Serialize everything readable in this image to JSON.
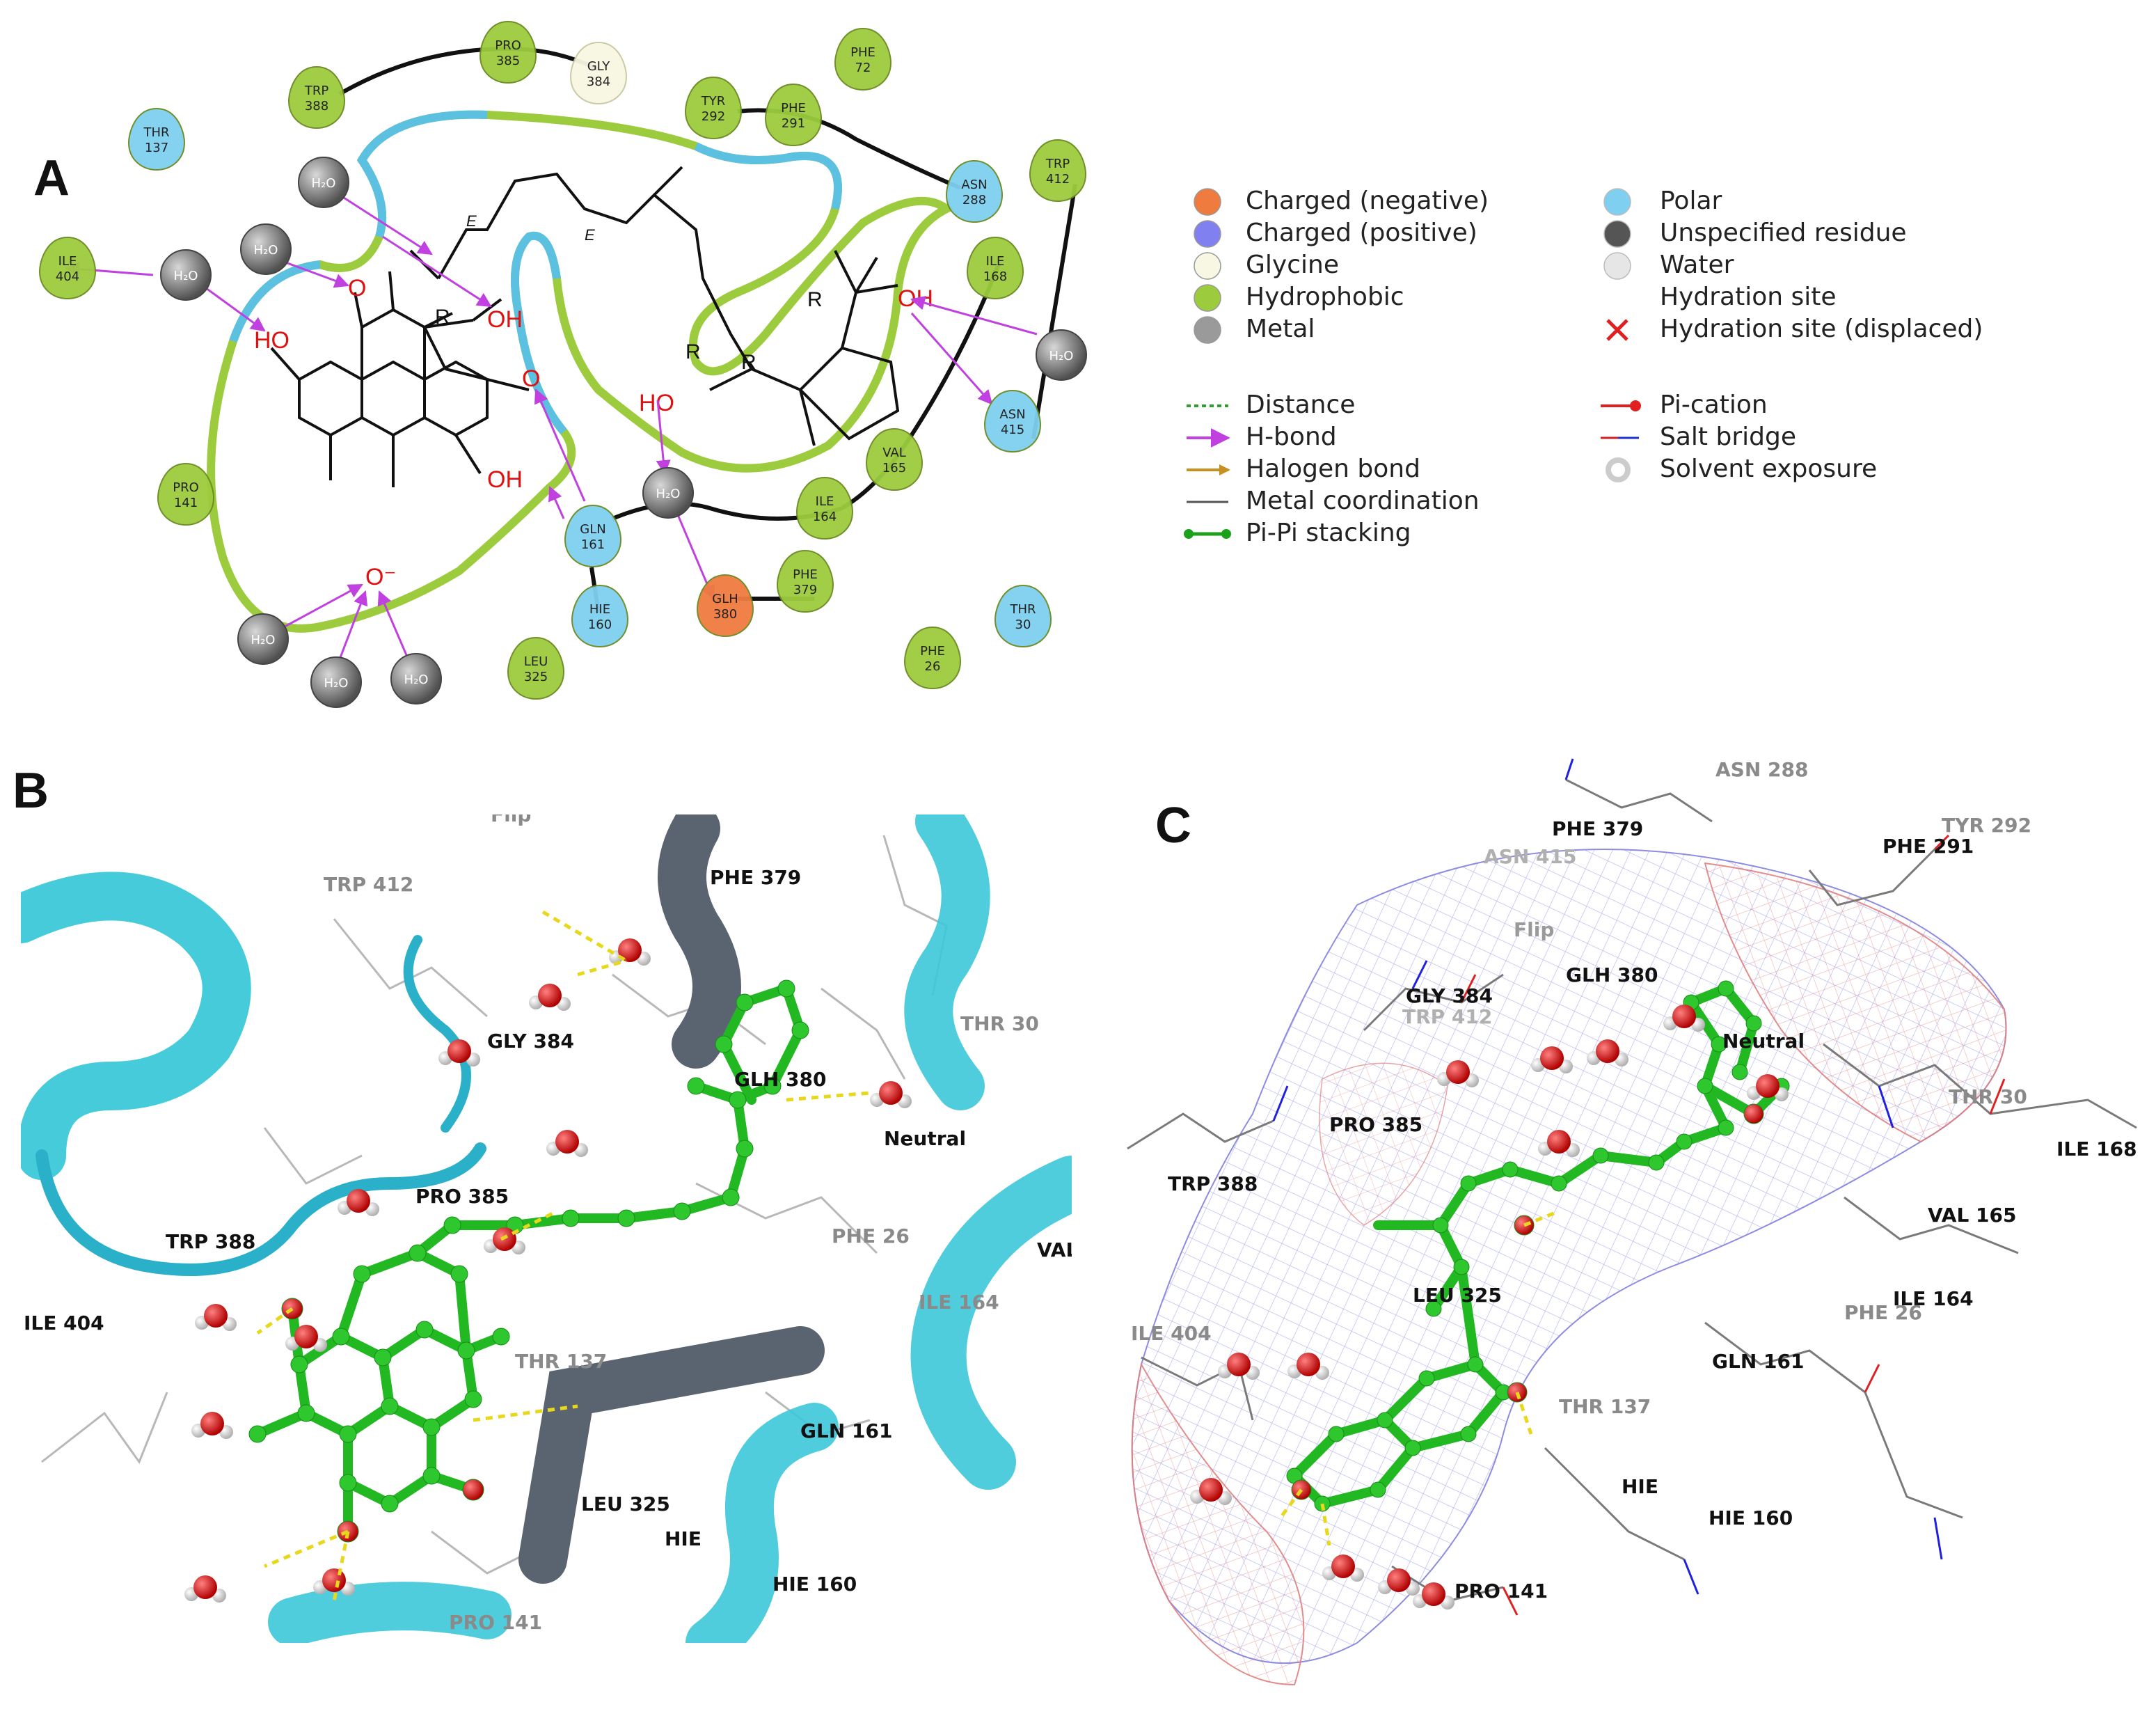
{
  "panels": {
    "a": "A",
    "b": "B",
    "c": "C"
  },
  "residues": [
    {
      "id": "pro385",
      "name": "PRO",
      "num": "385",
      "cls": "hydrophobic"
    },
    {
      "id": "gly384",
      "name": "GLY",
      "num": "384",
      "cls": "glycine"
    },
    {
      "id": "trp388",
      "name": "TRP",
      "num": "388",
      "cls": "hydrophobic"
    },
    {
      "id": "phe72",
      "name": "PHE",
      "num": "72",
      "cls": "hydrophobic"
    },
    {
      "id": "tyr292",
      "name": "TYR",
      "num": "292",
      "cls": "hydrophobic"
    },
    {
      "id": "phe291",
      "name": "PHE",
      "num": "291",
      "cls": "hydrophobic"
    },
    {
      "id": "thr137",
      "name": "THR",
      "num": "137",
      "cls": "polar"
    },
    {
      "id": "asn288",
      "name": "ASN",
      "num": "288",
      "cls": "polar"
    },
    {
      "id": "trp412",
      "name": "TRP",
      "num": "412",
      "cls": "hydrophobic"
    },
    {
      "id": "ile404",
      "name": "ILE",
      "num": "404",
      "cls": "hydrophobic"
    },
    {
      "id": "ile168",
      "name": "ILE",
      "num": "168",
      "cls": "hydrophobic"
    },
    {
      "id": "asn415",
      "name": "ASN",
      "num": "415",
      "cls": "polar"
    },
    {
      "id": "pro141",
      "name": "PRO",
      "num": "141",
      "cls": "hydrophobic"
    },
    {
      "id": "val165",
      "name": "VAL",
      "num": "165",
      "cls": "hydrophobic"
    },
    {
      "id": "ile164",
      "name": "ILE",
      "num": "164",
      "cls": "hydrophobic"
    },
    {
      "id": "gln161",
      "name": "GLN",
      "num": "161",
      "cls": "polar"
    },
    {
      "id": "hie160",
      "name": "HIE",
      "num": "160",
      "cls": "polar"
    },
    {
      "id": "glh380",
      "name": "GLH",
      "num": "380",
      "cls": "negative"
    },
    {
      "id": "phe379",
      "name": "PHE",
      "num": "379",
      "cls": "hydrophobic"
    },
    {
      "id": "thr30",
      "name": "THR",
      "num": "30",
      "cls": "polar"
    },
    {
      "id": "leu325",
      "name": "LEU",
      "num": "325",
      "cls": "hydrophobic"
    },
    {
      "id": "phe26",
      "name": "PHE",
      "num": "26",
      "cls": "hydrophobic"
    }
  ],
  "water_label": "H₂O",
  "atoms": {
    "o": "O",
    "oh": "OH",
    "ho": "HO",
    "o_minus": "O⁻",
    "r": "R",
    "e": "E"
  },
  "legend_left": [
    {
      "label": "Charged (negative)",
      "color": "#f07b3f"
    },
    {
      "label": "Charged (positive)",
      "color": "#8080f0"
    },
    {
      "label": "Glycine",
      "color": "#f7f7e3"
    },
    {
      "label": "Hydrophobic",
      "color": "#9ccc3d"
    },
    {
      "label": "Metal",
      "color": "#9a9a9a"
    }
  ],
  "legend_right": [
    {
      "label": "Polar",
      "color": "#7fd0f0"
    },
    {
      "label": "Unspecified residue",
      "color": "#555555"
    },
    {
      "label": "Water",
      "color": "#e6e6e6"
    },
    {
      "label": "Hydration site",
      "color": ""
    },
    {
      "label": "Hydration site (displaced)",
      "color": "#e02020"
    }
  ],
  "legend_lines_left": [
    {
      "label": "Distance",
      "color": "#2ca02c"
    },
    {
      "label": "H-bond",
      "color": "#c040e0"
    },
    {
      "label": "Halogen bond",
      "color": "#c89020"
    },
    {
      "label": "Metal coordination",
      "color": "#555555"
    },
    {
      "label": "Pi-Pi stacking",
      "color": "#1aa01a"
    }
  ],
  "legend_lines_right": [
    {
      "label": "Pi-cation",
      "color": "#e02020"
    },
    {
      "label": "Salt bridge",
      "color": "#d02020"
    },
    {
      "label": "Solvent exposure",
      "color": "#cccccc"
    }
  ],
  "panel_b_labels": [
    {
      "t": "TRP  412",
      "c": "#8a8a8a"
    },
    {
      "t": "PHE  379",
      "c": "#111111"
    },
    {
      "t": "THR  30",
      "c": "#8a8a8a"
    },
    {
      "t": "GLY  384",
      "c": "#111111"
    },
    {
      "t": "GLH  380",
      "c": "#111111"
    },
    {
      "t": "Neutral",
      "c": "#111111"
    },
    {
      "t": "TRP  388",
      "c": "#111111"
    },
    {
      "t": "PRO  385",
      "c": "#111111"
    },
    {
      "t": "PHE  26",
      "c": "#8a8a8a"
    },
    {
      "t": "VAL",
      "c": "#111111"
    },
    {
      "t": "ILE  404",
      "c": "#111111"
    },
    {
      "t": "THR  137",
      "c": "#8a8a8a"
    },
    {
      "t": "ILE  164",
      "c": "#8a8a8a"
    },
    {
      "t": "GLN  161",
      "c": "#111111"
    },
    {
      "t": "LEU  325",
      "c": "#111111"
    },
    {
      "t": "HIE",
      "c": "#111111"
    },
    {
      "t": "HIE  160",
      "c": "#111111"
    },
    {
      "t": "PRO  141",
      "c": "#8a8a8a"
    },
    {
      "t": "Flip",
      "c": "#8a8a8a"
    }
  ],
  "panel_c_labels": [
    {
      "t": "ASN  288",
      "c": "#8a8a8a"
    },
    {
      "t": "PHE  379",
      "c": "#111111"
    },
    {
      "t": "TYR  292",
      "c": "#8a8a8a"
    },
    {
      "t": "PHE  291",
      "c": "#111111"
    },
    {
      "t": "ASN  415",
      "c": "#b0b0b0"
    },
    {
      "t": "Flip",
      "c": "#9a9a9a"
    },
    {
      "t": "GLY  384",
      "c": "#111111"
    },
    {
      "t": "GLH  380",
      "c": "#111111"
    },
    {
      "t": "TRP  412",
      "c": "#b0b0b0"
    },
    {
      "t": "Neutral",
      "c": "#111111"
    },
    {
      "t": "THR  30",
      "c": "#8a8a8a"
    },
    {
      "t": "PRO  385",
      "c": "#111111"
    },
    {
      "t": "ILE  168",
      "c": "#111111"
    },
    {
      "t": "TRP  388",
      "c": "#111111"
    },
    {
      "t": "VAL  165",
      "c": "#111111"
    },
    {
      "t": "LEU  325",
      "c": "#111111"
    },
    {
      "t": "ILE  164",
      "c": "#111111"
    },
    {
      "t": "PHE  26",
      "c": "#8a8a8a"
    },
    {
      "t": "ILE  404",
      "c": "#8a8a8a"
    },
    {
      "t": "GLN  161",
      "c": "#111111"
    },
    {
      "t": "THR  137",
      "c": "#8a8a8a"
    },
    {
      "t": "HIE",
      "c": "#111111"
    },
    {
      "t": "HIE  160",
      "c": "#111111"
    },
    {
      "t": "PRO  141",
      "c": "#111111"
    }
  ],
  "colors": {
    "hydrophobic": "#9ccc3d",
    "polar": "#7fd0f0",
    "glycine": "#f7f7e3",
    "negative": "#f07b3f",
    "ligand": "#2ec82e",
    "ribbon": "#3cc8d8",
    "hbond": "#c040e0",
    "contact": "#9ccc3d",
    "pocket_polar": "#5cc0e0"
  }
}
